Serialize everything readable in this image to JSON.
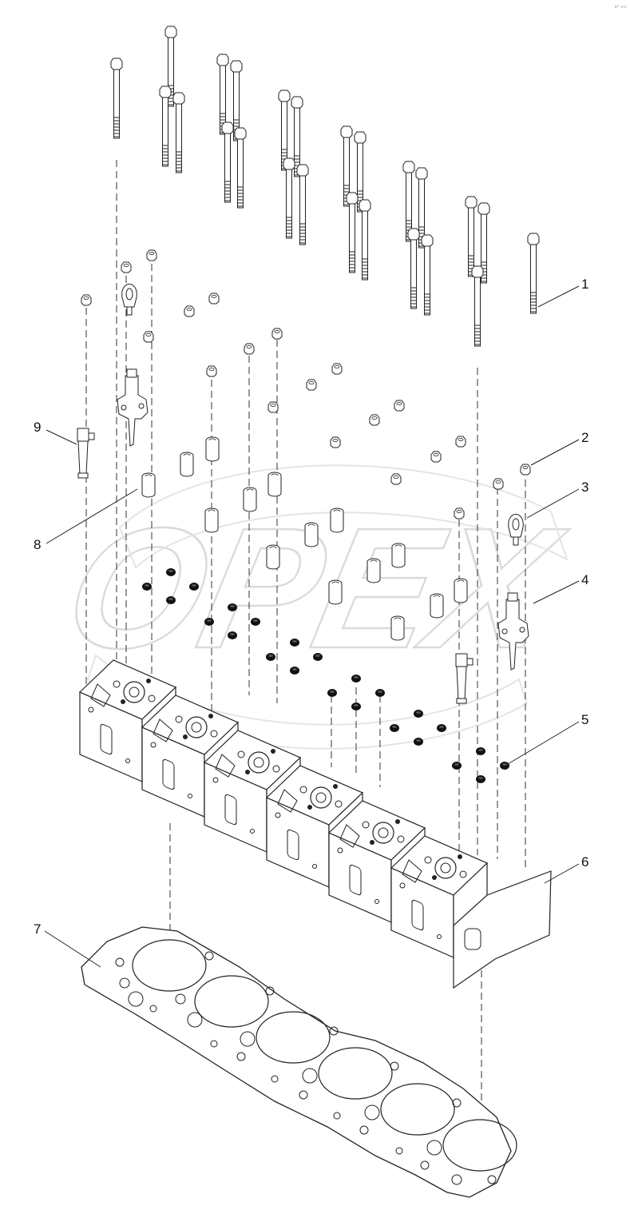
{
  "diagram": {
    "watermark": "OPEX",
    "corner_mark": "s° ∞∞",
    "callouts": [
      {
        "id": "1",
        "label": "1"
      },
      {
        "id": "2",
        "label": "2"
      },
      {
        "id": "3",
        "label": "3"
      },
      {
        "id": "4",
        "label": "4"
      },
      {
        "id": "5",
        "label": "5"
      },
      {
        "id": "6",
        "label": "6"
      },
      {
        "id": "7",
        "label": "7"
      },
      {
        "id": "8",
        "label": "8"
      },
      {
        "id": "9",
        "label": "9"
      }
    ]
  }
}
